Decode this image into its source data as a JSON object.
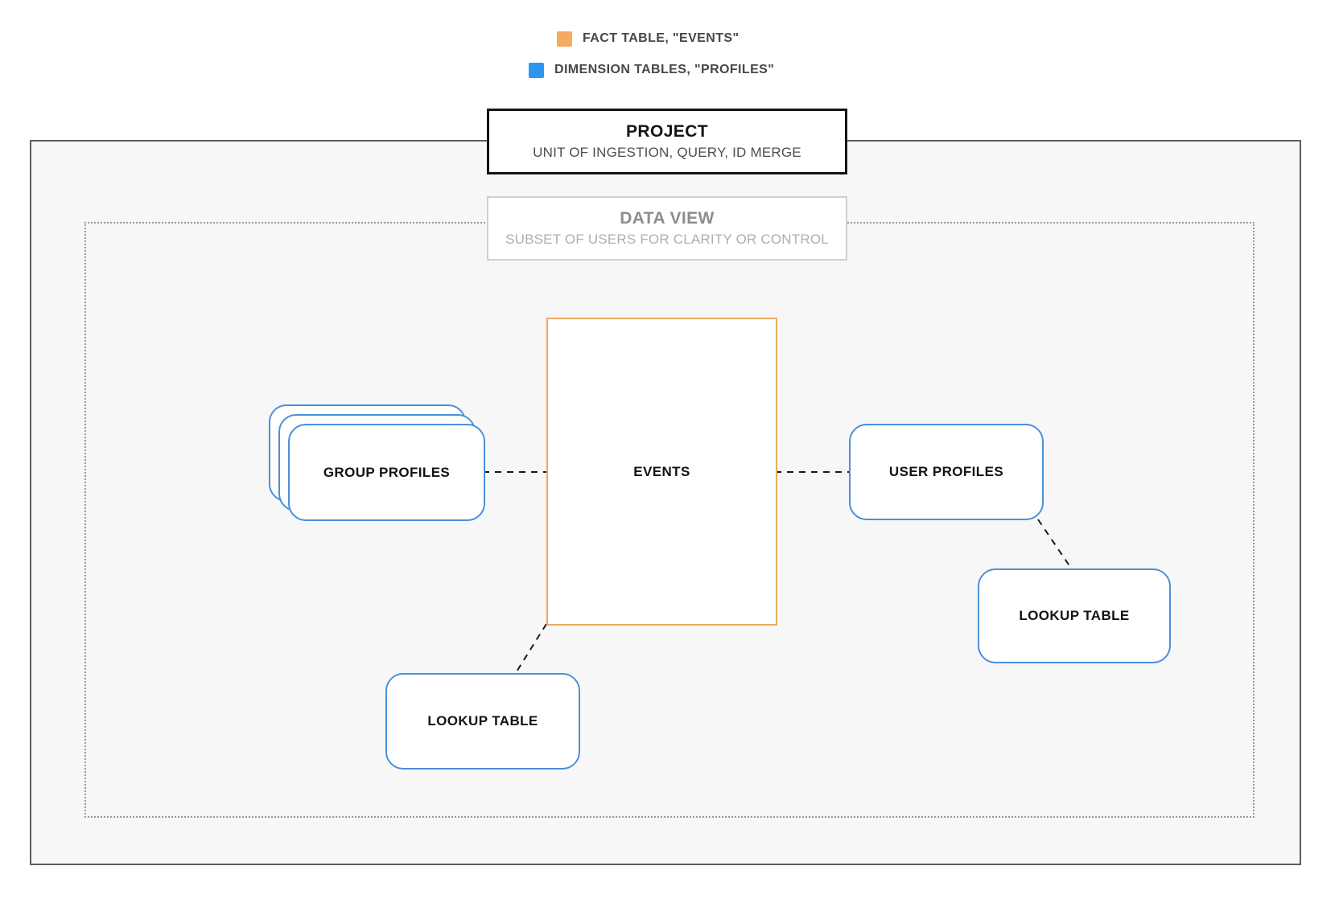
{
  "legend": {
    "items": [
      {
        "id": "fact-table",
        "label": "FACT TABLE, \"EVENTS\"",
        "color": "#f6a960"
      },
      {
        "id": "dimension-tables",
        "label": "DIMENSION TABLES, \"PROFILES\"",
        "color": "#2e96f0"
      }
    ]
  },
  "project": {
    "title": "PROJECT",
    "subtitle": "UNIT OF INGESTION, QUERY, ID MERGE"
  },
  "data_view": {
    "title": "DATA VIEW",
    "subtitle": "SUBSET OF USERS FOR CLARITY OR CONTROL"
  },
  "nodes": {
    "events": {
      "label": "EVENTS"
    },
    "group_profiles": {
      "label": "GROUP PROFILES"
    },
    "user_profiles": {
      "label": "USER PROFILES"
    },
    "lookup_table_bottom": {
      "label": "LOOKUP TABLE"
    },
    "lookup_table_right": {
      "label": "LOOKUP TABLE"
    }
  },
  "colors": {
    "fact_border": "#edaa60",
    "dimension_border": "#4a90d9",
    "connector": "#1a1a1a",
    "container_fill": "#f7f7f8"
  }
}
